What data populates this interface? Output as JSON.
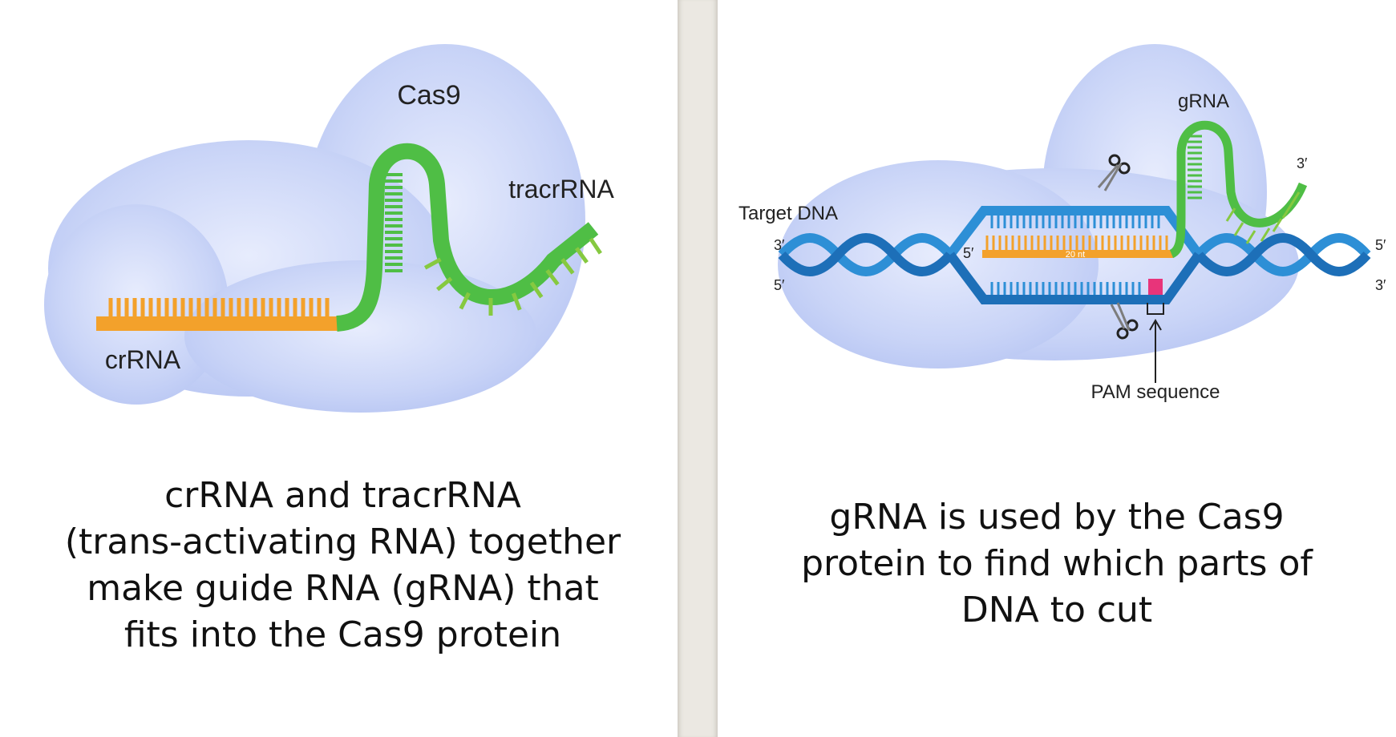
{
  "left": {
    "labels": {
      "cas9": "Cas9",
      "tracr": "tracrRNA",
      "crrna": "crRNA"
    },
    "caption_lines": [
      "crRNA and tracrRNA",
      "(trans-activating RNA) together",
      "make guide RNA (gRNA) that",
      "fits into the Cas9 protein"
    ]
  },
  "right": {
    "labels": {
      "grna": "gRNA",
      "target_dna": "Target DNA",
      "pam": "PAM sequence",
      "nt": "20 nt",
      "five_prime": "5′",
      "three_prime": "3′"
    },
    "caption_lines": [
      "gRNA is used by the Cas9",
      "protein to find which parts of",
      "DNA to cut"
    ]
  },
  "colors": {
    "protein": "#c9d4f7",
    "crrna": "#f3a12b",
    "tracrrna": "#4fbe45",
    "tracrrna_light": "#86c940",
    "dna": "#2d8fd6",
    "pam": "#e8347a",
    "divider": "#ebe8e2"
  },
  "icons": [
    "scissors-icon",
    "arrow-up-icon"
  ]
}
